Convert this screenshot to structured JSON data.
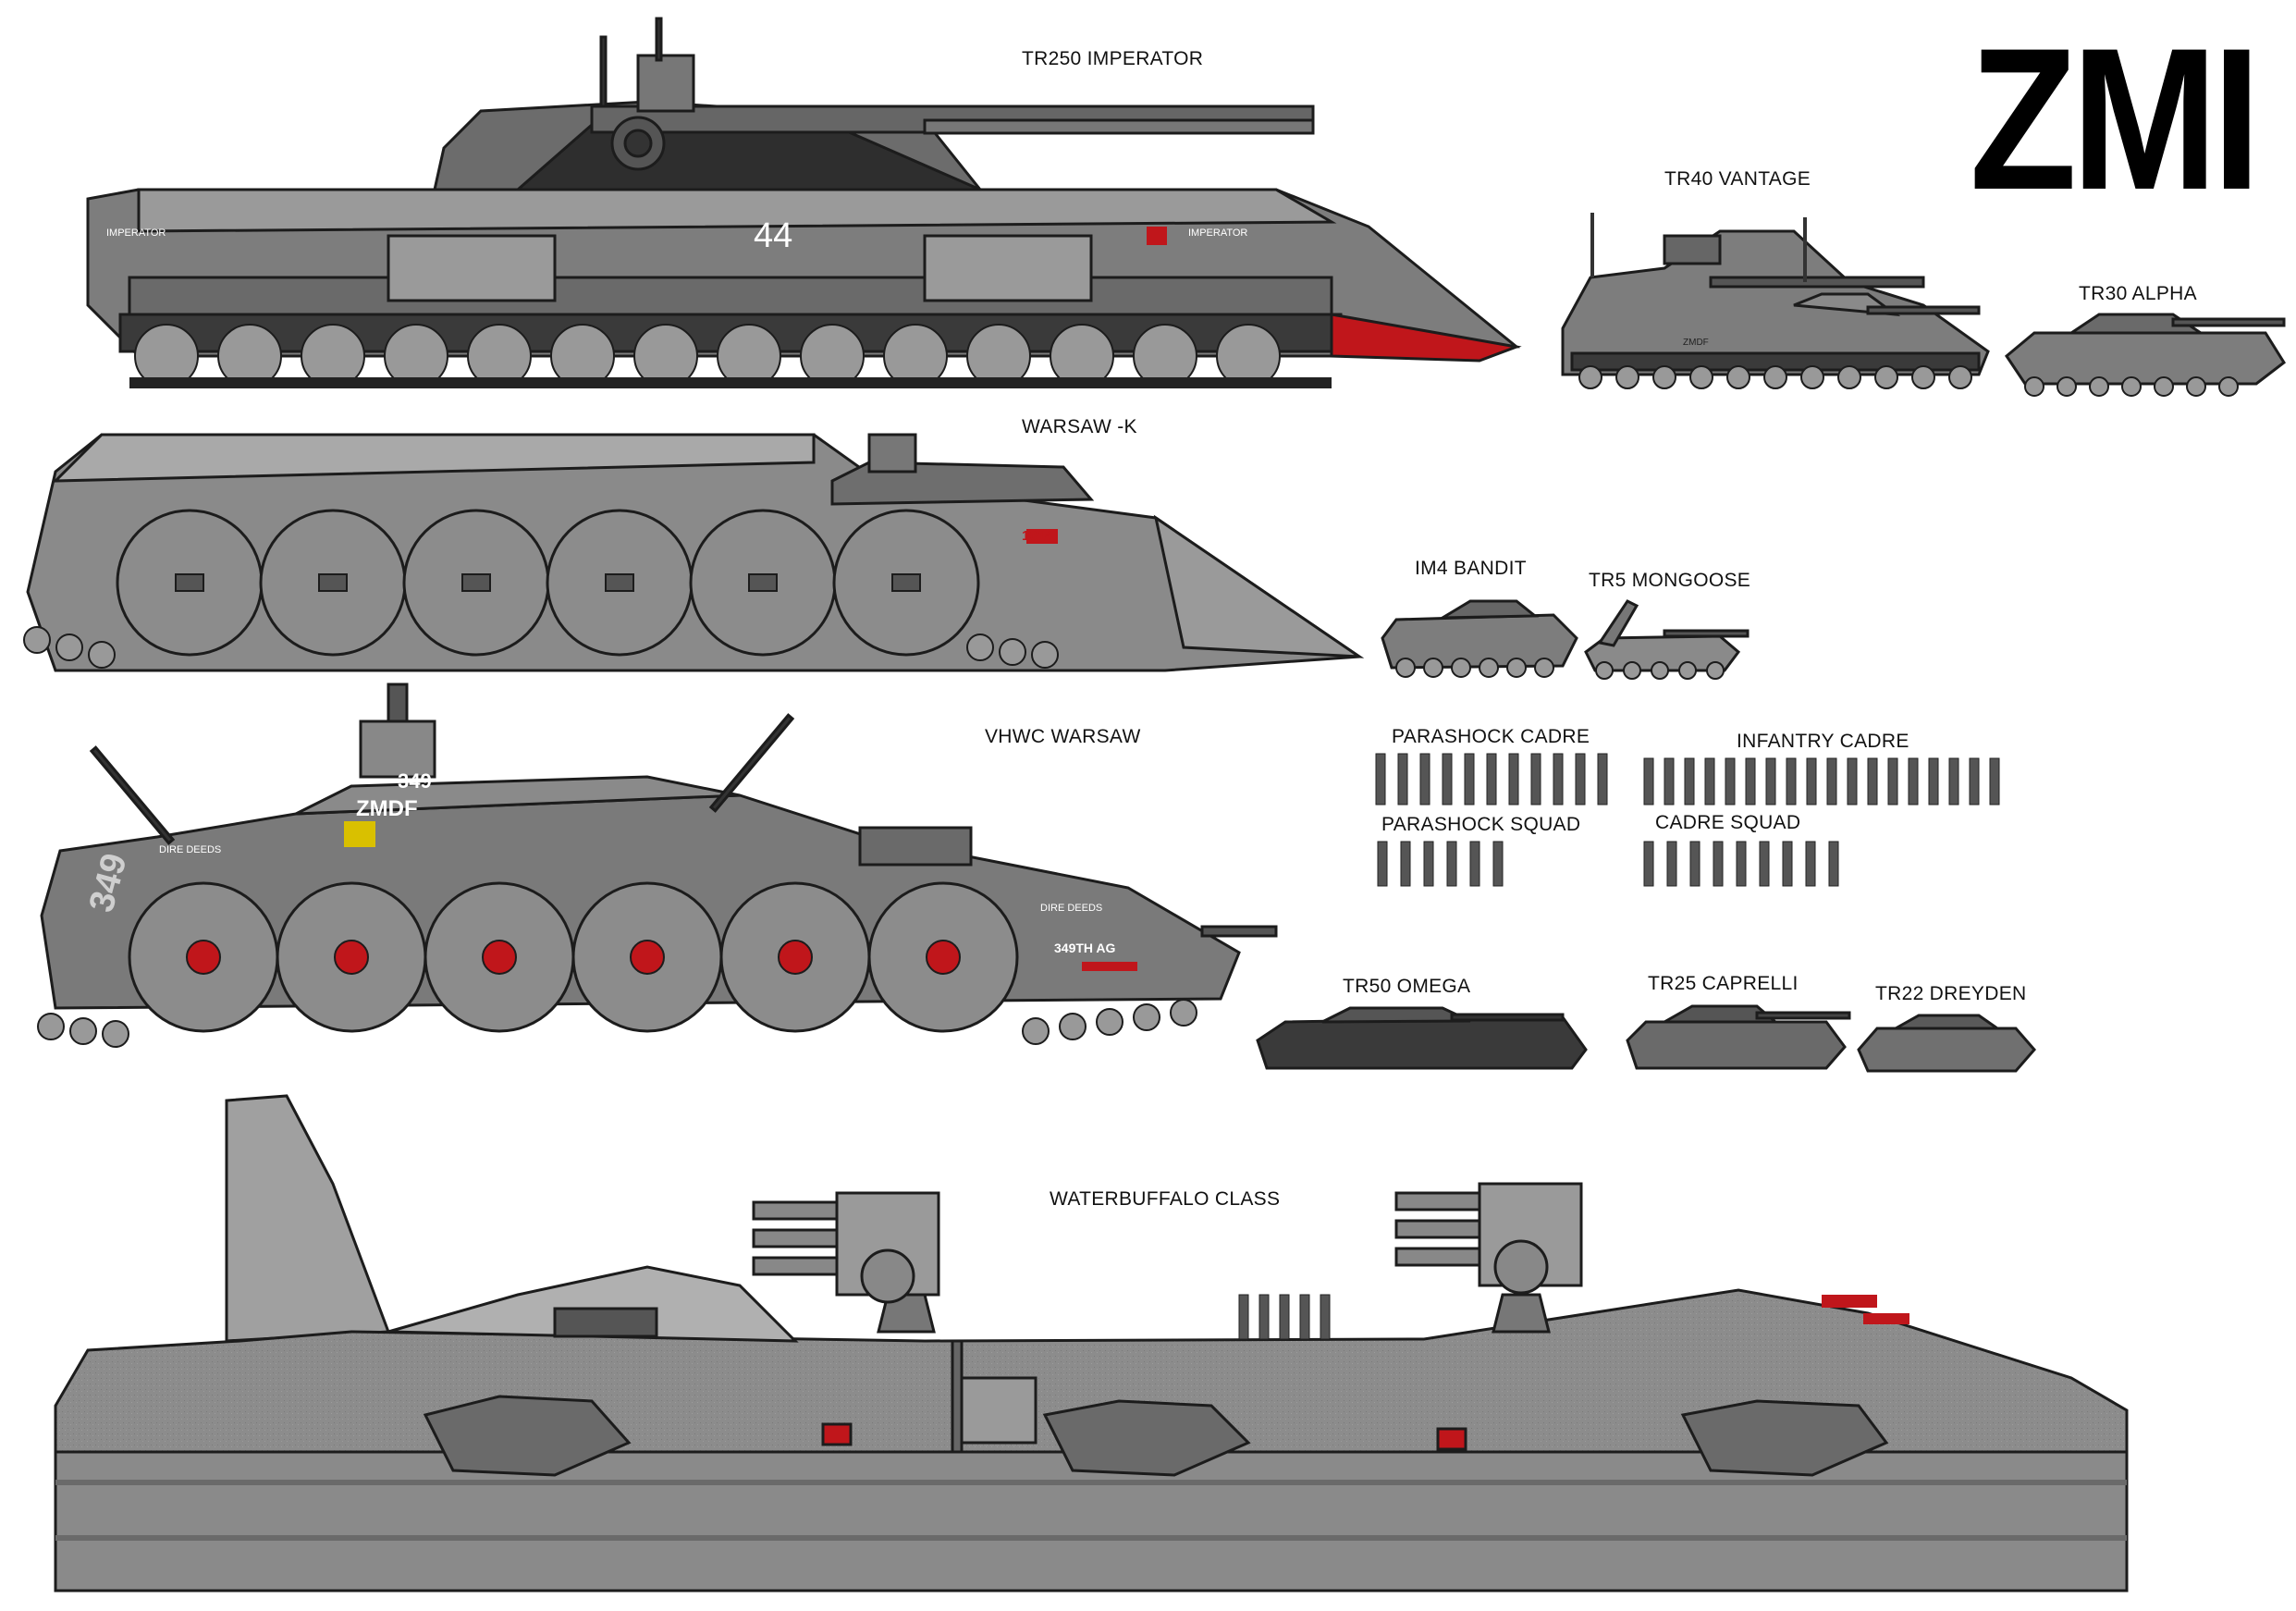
{
  "logo": "ZMI",
  "labels": {
    "tr250": "TR250 IMPERATOR",
    "tr40": "TR40 VANTAGE",
    "tr30": "TR30 ALPHA",
    "warsawk": "WARSAW -K",
    "im4": "IM4 BANDIT",
    "tr5": "TR5 MONGOOSE",
    "vhwc": "VHWC WARSAW",
    "parashock_cadre": "PARASHOCK CADRE",
    "infantry_cadre": "INFANTRY CADRE",
    "parashock_squad": "PARASHOCK SQUAD",
    "cadre_squad": "CADRE SQUAD",
    "tr50": "TR50 OMEGA",
    "tr25": "TR25 CAPRELLI",
    "tr22": "TR22 DREYDEN",
    "waterbuffalo": "WATERBUFFALO CLASS"
  },
  "decals": {
    "imperator_number": "44",
    "imperator_name": "IMPERATOR",
    "warsawk_number": "1014",
    "vhwc_number": "349",
    "vhwc_mark": "ZMDF",
    "vhwc_motto": "DIRE DEEDS",
    "vhwc_unit": "349TH AG",
    "vantage_mark": "ZMDF"
  },
  "colors": {
    "hull": "#8a8a8a",
    "hull_dark": "#5a5a5a",
    "hull_light": "#b5b5b5",
    "outline": "#1c1c1c",
    "accent_red": "#c0161b"
  }
}
